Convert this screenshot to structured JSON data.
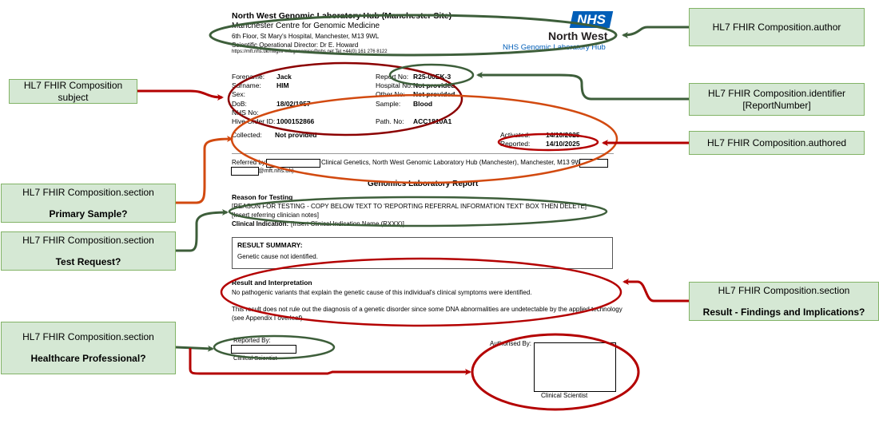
{
  "header": {
    "org_name": "North West Genomic Laboratory Hub (Manchester Site)",
    "centre": "Manchester Centre for Genomic Medicine",
    "address": "6th Floor, St Mary's Hospital, Manchester, M13 9WL",
    "director": "Scientific Operational Director: Dr E. Howard",
    "contact": "https://mft.nhs.uk/nwglh/   mft.genomics@nhs.net  Tel +44(0) 161 276 8122",
    "logo_text": "NHS",
    "region": "North West",
    "hub_name": "NHS Genomic Laboratory Hub"
  },
  "patient": {
    "forename_label": "Forename:",
    "forename": "Jack",
    "surname_label": "Surname:",
    "surname": "HIM",
    "sex_label": "Sex:",
    "dob_label": "DoB:",
    "dob": "18/02/1957",
    "nhs_label": "NHS No:",
    "hive_label": "Hive Order ID:",
    "hive": "1000152866",
    "collected_label": "Collected:",
    "collected": "Not provided"
  },
  "report": {
    "report_no_label": "Report No:",
    "report_no": "R25-00EK-3",
    "hospital_label": "Hospital No:",
    "hospital": "Not provided",
    "other_label": "Other No:",
    "other": "Not provided",
    "sample_label": "Sample:",
    "sample": "Blood",
    "path_label": "Path. No:",
    "path": "ACC1810A1",
    "activated_label": "Activated:",
    "activated": "14/10/2025",
    "reported_label": "Reported:",
    "reported": "14/10/2025"
  },
  "referral": {
    "referred_by": "Referred by:",
    "referred_text": "Clinical Genetics, North West Genomic Laboratory Hub (Manchester), Manchester, M13 9WL,",
    "email_suffix": "@mft.nhs.uk)"
  },
  "body": {
    "report_title": "Genomics Laboratory Report",
    "reason_heading": "Reason for Testing",
    "reason_line1": "[REASON FOR TESTING - COPY BELOW TEXT TO 'REPORTING REFERRAL INFORMATION TEXT' BOX THEN DELETE]",
    "reason_line2": "[Insert referring clinician notes]",
    "indication_label": "Clinical Indication:",
    "indication_value": "[Insert Clinical Indication Name (RXXX)].",
    "summary_heading": "RESULT SUMMARY:",
    "summary_text": "Genetic cause not identified.",
    "interp_heading": "Result and Interpretation",
    "interp_line1": "No pathogenic variants that explain the genetic cause of this individual's clinical symptoms were identified.",
    "interp_line2": "This result does not rule out the diagnosis of a genetic disorder since some DNA abnormalities are undetectable by the applied technology",
    "interp_line3": "(see Appendix I overleaf).",
    "reported_by": "Reported By:",
    "reported_role": "Clinical Scientist",
    "authorised_by": "Authorised By:",
    "authorised_role": "Clinical Scientist"
  },
  "callouts": {
    "author": {
      "title": "HL7 FHIR Composition.author"
    },
    "subject": {
      "title": "HL7 FHIR Composition",
      "title2": "subject"
    },
    "identifier": {
      "title": "HL7 FHIR Composition.identifier",
      "title2": "[ReportNumber]"
    },
    "authored": {
      "title": "HL7 FHIR Composition.authored"
    },
    "primary_sample": {
      "title": "HL7 FHIR Composition.section",
      "sub": "Primary Sample?"
    },
    "test_request": {
      "title": "HL7 FHIR Composition.section",
      "sub": "Test Request?"
    },
    "result": {
      "title": "HL7 FHIR Composition.section",
      "sub": "Result - Findings and Implications?"
    },
    "professional": {
      "title": "HL7 FHIR Composition.section",
      "sub": "Healthcare Professional?"
    }
  },
  "colors": {
    "green": "#3d5e3a",
    "red": "#b40000",
    "orange": "#d24a10",
    "callout_fill": "#d5e8d4",
    "callout_border": "#82b366",
    "nhs_blue": "#005eb8"
  }
}
